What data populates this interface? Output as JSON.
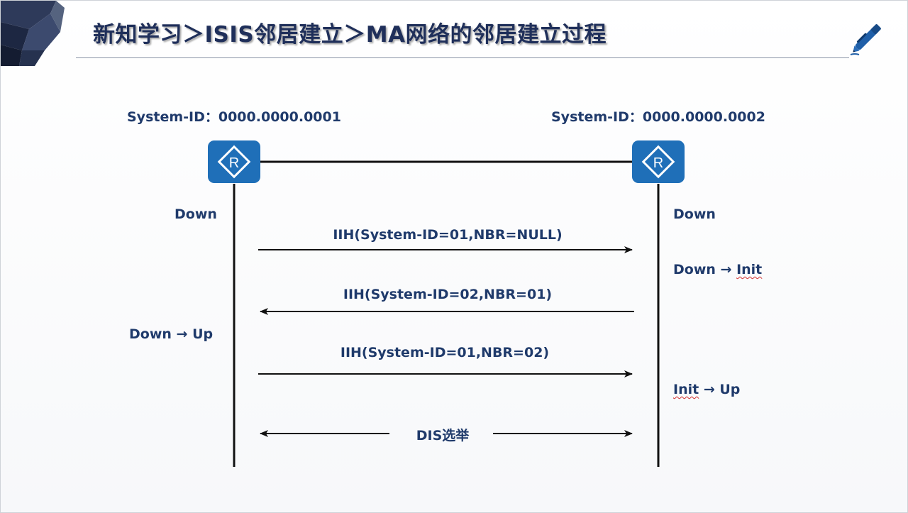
{
  "header": {
    "title": "新知学习＞ISIS邻居建立＞MA网络的邻居建立过程"
  },
  "routers": {
    "left": {
      "system_id_label": "System-ID：0000.0000.0001",
      "icon": "router-icon"
    },
    "right": {
      "system_id_label": "System-ID：0000.0000.0002",
      "icon": "router-icon"
    }
  },
  "states": {
    "left_initial": "Down",
    "right_initial": "Down",
    "right_after_first": {
      "from": "Down",
      "to": "Init"
    },
    "left_after_second": {
      "from": "Down",
      "to": "Up"
    },
    "right_after_third": {
      "from": "Init",
      "to": "Up"
    }
  },
  "messages": {
    "m1": "IIH(System-ID=01,NBR=NULL)",
    "m2": "IIH(System-ID=02,NBR=01)",
    "m3": "IIH(System-ID=01,NBR=02)",
    "dis": "DIS选举"
  },
  "colors": {
    "title": "#1f2f5a",
    "text": "#1f3a6b",
    "router": "#1f6fb8",
    "line": "#111111",
    "spellcheck": "#d23030"
  }
}
